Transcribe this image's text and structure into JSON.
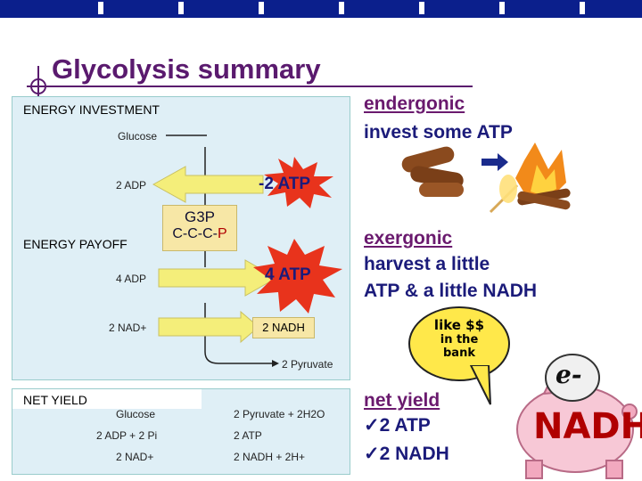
{
  "title": "Glycolysis summary",
  "investment": {
    "label": "ENERGY INVESTMENT",
    "glucose": "Glucose",
    "adp": "2 ADP",
    "atp_burst": "-2 ATP"
  },
  "payoff": {
    "label": "ENERGY PAYOFF",
    "g3p_title": "G3P",
    "g3p_formula_carbons": "C-C-C-",
    "g3p_formula_p": "P",
    "adp": "4 ADP",
    "atp_burst": "4 ATP",
    "nad": "2 NAD+",
    "nadh": "2 NADH",
    "pyruvate": "2 Pyruvate"
  },
  "net_yield": {
    "label": "NET YIELD",
    "rows": [
      {
        "left": "Glucose",
        "right": "2 Pyruvate + 2H2O"
      },
      {
        "left": "2 ADP + 2 Pi",
        "right": "2 ATP"
      },
      {
        "left": "2 NAD+",
        "right": "2 NADH + 2H+"
      }
    ]
  },
  "right": {
    "endergonic_title": "endergonic",
    "endergonic_text": "invest some ATP",
    "exergonic_title": "exergonic",
    "exergonic_line1": "harvest a little",
    "exergonic_line2": "ATP & a little NADH",
    "bubble_line1": "like $$",
    "bubble_line2": "in the",
    "bubble_line3": "bank",
    "net_title": "net yield",
    "net_item1": "2 ATP",
    "net_item2": "2 NADH",
    "check": "✓",
    "piggy_label": "e-",
    "nadh_sign": "NADH"
  },
  "colors": {
    "header_bar": "#0b1f8c",
    "title": "#5a1a6e",
    "text": "#1b1b7a",
    "burst": "#e8331c",
    "arrow": "#f4ee7a"
  }
}
